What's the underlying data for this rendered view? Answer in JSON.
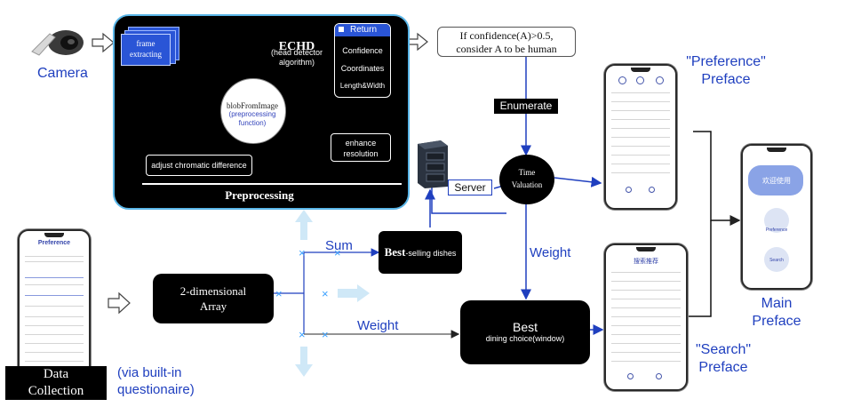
{
  "camera": {
    "label": "Camera"
  },
  "preprocess": {
    "frame_label": "frame\nextracting",
    "echd_title": "ECHD",
    "echd_sub": "(head detector\nalgorithm)",
    "return_header": "Return",
    "return_items": [
      "Confidence",
      "Coordinates",
      "Length&Width"
    ],
    "blob_title": "blobFromImage",
    "blob_sub": "(preprocessing\nfunction)",
    "enhance_label": "enhance\nresolution",
    "adjust_label": "adjust chromatic difference",
    "footer_label": "Preprocessing"
  },
  "condition_text": "If confidence(A)>0.5,\nconsider A to be human",
  "enumerate_label": "Enumerate",
  "server_label": "Server",
  "time_valuation_label": "Time\nValuation",
  "weight_label_top": "Weight",
  "weight_label_bottom": "Weight",
  "sum_label": "Sum",
  "best_selling": {
    "big": "Best",
    "small": "-selling dishes"
  },
  "array_label": "2-dimensional\nArray",
  "best_choice": {
    "title": "Best",
    "sub": "dining choice(window)"
  },
  "questionnaire": {
    "title": "Preference",
    "caption_box": "Data\nCollection",
    "caption_side": "(via built-in\nquestionaire)"
  },
  "pref_preface": {
    "label": "\"Preference\"\nPreface"
  },
  "search_preface": {
    "label": "\"Search\"\nPreface",
    "app_title": "搜索推荐"
  },
  "main_preface": {
    "label": "Main\nPreface",
    "welcome": "欢迎使用",
    "btn1": "Preference",
    "btn2": "Search"
  },
  "colors": {
    "accent_blue": "#1f3fbf",
    "box_black": "#000000",
    "arrow_light": "#cfe8f7"
  }
}
